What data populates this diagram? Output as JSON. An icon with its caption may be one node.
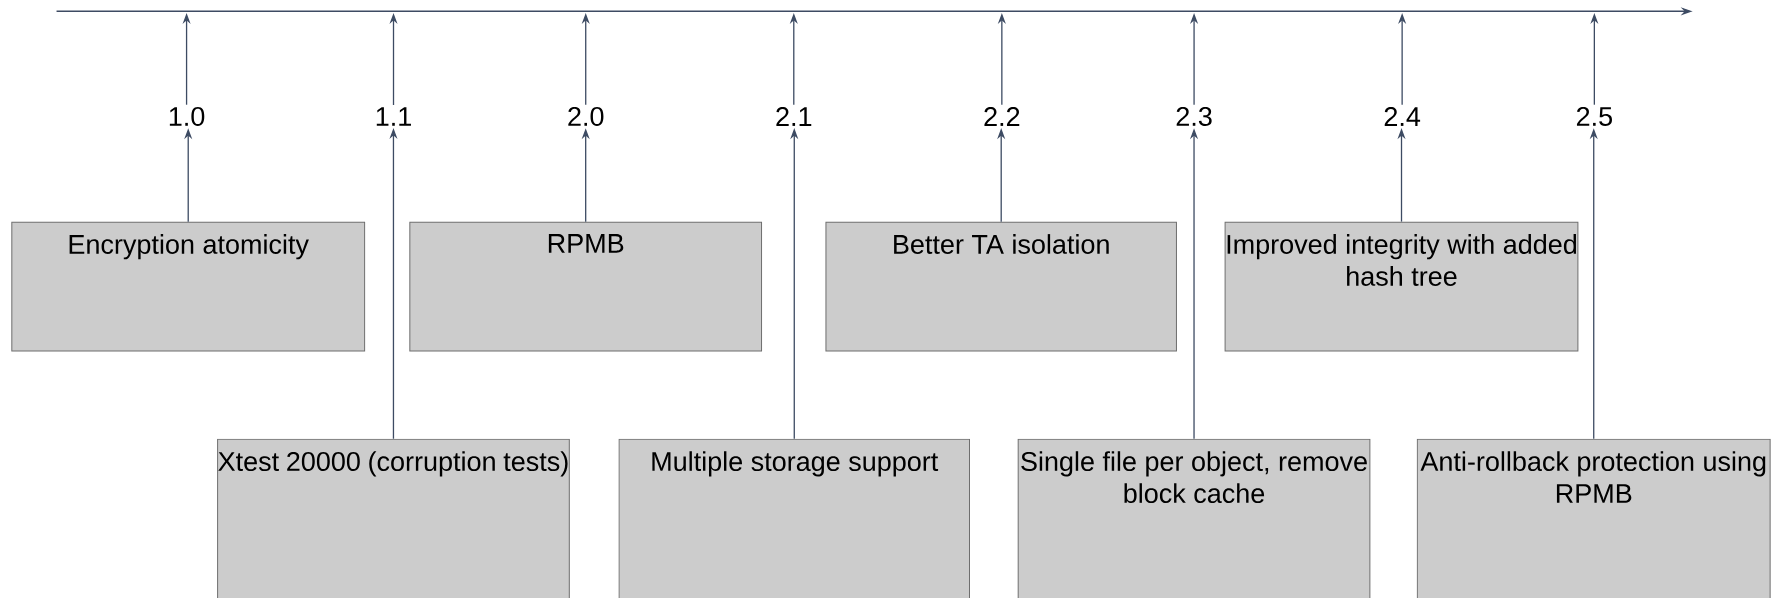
{
  "diagram": {
    "nodes": [
      {
        "text": [
          "1.0"
        ]
      },
      {
        "text": [
          "1.1"
        ]
      },
      {
        "text": [
          "2.0"
        ]
      },
      {
        "text": [
          "2.1"
        ]
      },
      {
        "text": [
          "2.2"
        ]
      },
      {
        "text": [
          "2.3"
        ]
      },
      {
        "text": [
          "2.4"
        ]
      },
      {
        "text": [
          "2.5"
        ]
      },
      {
        "text": [
          "Encryption atomicity"
        ]
      },
      {
        "text": [
          "Xtest 20000 (corruption tests)"
        ]
      },
      {
        "text": [
          "RPMB"
        ]
      },
      {
        "text": [
          "Multiple storage support"
        ]
      },
      {
        "text": [
          "Better TA isolation"
        ]
      },
      {
        "text": [
          "Single file per object, remove block cache"
        ]
      },
      {
        "text": [
          "Improved integrity with added hash tree"
        ]
      },
      {
        "text": [
          "Anti-rollback protection using RPMB"
        ]
      }
    ],
    "edges": [
      {
        "from": 0,
        "to": null,
        "arrow": "to"
      },
      {
        "from": 1,
        "to": null,
        "arrow": "to"
      },
      {
        "from": 2,
        "to": null,
        "arrow": "to"
      },
      {
        "from": 3,
        "to": null,
        "arrow": "to"
      },
      {
        "from": 4,
        "to": null,
        "arrow": "to"
      },
      {
        "from": 5,
        "to": null,
        "arrow": "to"
      },
      {
        "from": 6,
        "to": null,
        "arrow": "to"
      },
      {
        "from": 7,
        "to": null,
        "arrow": "to"
      },
      {
        "from": 8,
        "to": 0,
        "arrow": "to"
      },
      {
        "from": 9,
        "to": 1,
        "arrow": "to"
      },
      {
        "from": 10,
        "to": 2,
        "arrow": "to"
      },
      {
        "from": 11,
        "to": 3,
        "arrow": "to"
      },
      {
        "from": 12,
        "to": 4,
        "arrow": "to"
      },
      {
        "from": 13,
        "to": 5,
        "arrow": "to"
      },
      {
        "from": 14,
        "to": 6,
        "arrow": "to"
      },
      {
        "from": 15,
        "to": 7,
        "arrow": "to"
      }
    ]
  }
}
